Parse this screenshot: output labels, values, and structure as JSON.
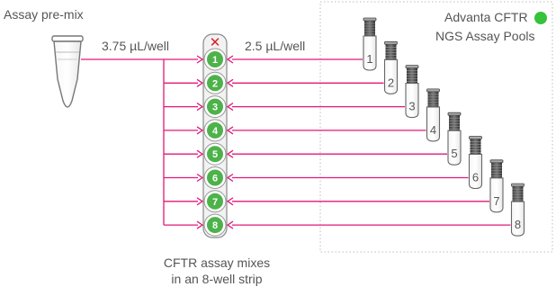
{
  "labels": {
    "assay_premix": "Assay pre-mix",
    "premix_volume": "3.75 µL/well",
    "pool_volume": "2.5 µL/well",
    "pools_title_line1": "Advanta CFTR",
    "pools_title_line2": "NGS Assay Pools",
    "strip_caption_line1": "CFTR assay mixes",
    "strip_caption_line2": "in an 8-well strip"
  },
  "strip": {
    "top_marker": "✕",
    "wells": [
      "1",
      "2",
      "3",
      "4",
      "5",
      "6",
      "7",
      "8"
    ]
  },
  "pools": {
    "tubes": [
      "1",
      "2",
      "3",
      "4",
      "5",
      "6",
      "7",
      "8"
    ]
  },
  "colors": {
    "arrow": "#e0187a",
    "well_green": "#4db24a",
    "status_dot": "#36c23a",
    "marker_red": "#d62027",
    "text": "#555555",
    "dotted_box": "#bdbdbd"
  }
}
